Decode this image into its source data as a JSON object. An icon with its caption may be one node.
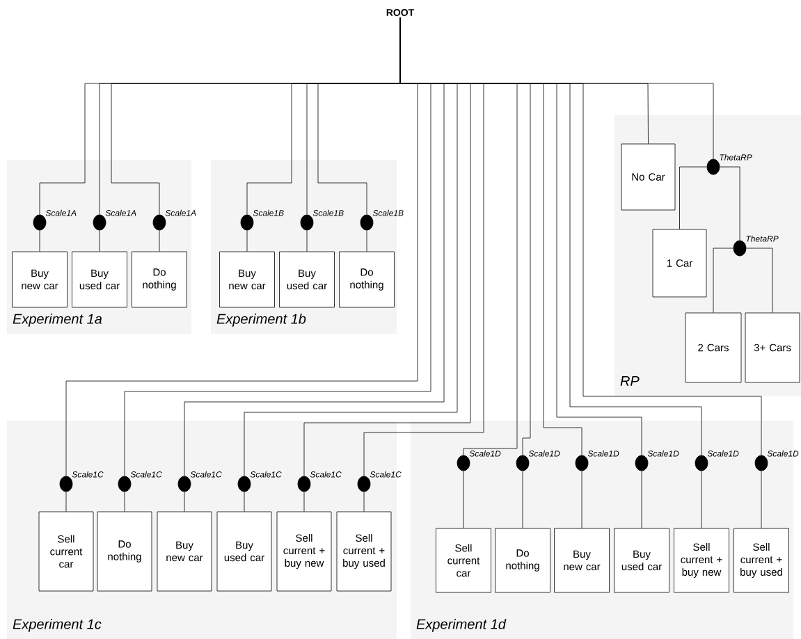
{
  "diagram": {
    "nodes": [
      {
        "text": [
          "ROOT"
        ]
      },
      {
        "text": [
          "Experiment 1a"
        ]
      },
      {
        "text": [],
        "shape": "circle",
        "beside": [
          "Scale1A"
        ],
        "in": 1
      },
      {
        "text": [],
        "shape": "circle",
        "beside": [
          "Scale1A"
        ],
        "in": 1
      },
      {
        "text": [],
        "shape": "circle",
        "beside": [
          "Scale1A"
        ],
        "in": 1
      },
      {
        "text": [
          "Buy new car"
        ],
        "in": 1
      },
      {
        "text": [
          "Buy used car"
        ],
        "in": 1
      },
      {
        "text": [
          "Do nothing"
        ],
        "in": 1
      },
      {
        "text": [
          "Experiment 1b"
        ]
      },
      {
        "text": [],
        "shape": "circle",
        "beside": [
          "Scale1B"
        ],
        "in": 8
      },
      {
        "text": [],
        "shape": "circle",
        "beside": [
          "Scale1B"
        ],
        "in": 8
      },
      {
        "text": [],
        "shape": "circle",
        "beside": [
          "Scale1B"
        ],
        "in": 8
      },
      {
        "text": [
          "Buy new car"
        ],
        "in": 8
      },
      {
        "text": [
          "Buy used car"
        ],
        "in": 8
      },
      {
        "text": [
          "Do nothing"
        ],
        "in": 8
      },
      {
        "text": [
          "RP"
        ]
      },
      {
        "text": [
          "No Car"
        ],
        "in": 15
      },
      {
        "text": [],
        "shape": "circle",
        "beside": [
          "ThetaRP"
        ],
        "in": 15
      },
      {
        "text": [
          "1 Car"
        ],
        "in": 15
      },
      {
        "text": [],
        "shape": "circle",
        "beside": [
          "ThetaRP"
        ],
        "in": 15
      },
      {
        "text": [
          "2 Cars"
        ],
        "in": 15
      },
      {
        "text": [
          "3+ Cars"
        ],
        "in": 15
      },
      {
        "text": [
          "Experiment 1c"
        ]
      },
      {
        "text": [],
        "shape": "circle",
        "beside": [
          "Scale1C"
        ],
        "in": 22
      },
      {
        "text": [],
        "shape": "circle",
        "beside": [
          "Scale1C"
        ],
        "in": 22
      },
      {
        "text": [],
        "shape": "circle",
        "beside": [
          "Scale1C"
        ],
        "in": 22
      },
      {
        "text": [],
        "shape": "circle",
        "beside": [
          "Scale1C"
        ],
        "in": 22
      },
      {
        "text": [],
        "shape": "circle",
        "beside": [
          "Scale1C"
        ],
        "in": 22
      },
      {
        "text": [],
        "shape": "circle",
        "beside": [
          "Scale1C"
        ],
        "in": 22
      },
      {
        "text": [
          "Sell current car"
        ],
        "in": 22
      },
      {
        "text": [
          "Do nothing"
        ],
        "in": 22
      },
      {
        "text": [
          "Buy new car"
        ],
        "in": 22
      },
      {
        "text": [
          "Buy used car"
        ],
        "in": 22
      },
      {
        "text": [
          "Sell current + buy new"
        ],
        "in": 22
      },
      {
        "text": [
          "Sell current + buy used"
        ],
        "in": 22
      },
      {
        "text": [
          "Experiment 1d"
        ]
      },
      {
        "text": [],
        "shape": "circle",
        "beside": [
          "Scale1D"
        ],
        "in": 35
      },
      {
        "text": [],
        "shape": "circle",
        "beside": [
          "Scale1D"
        ],
        "in": 35
      },
      {
        "text": [],
        "shape": "circle",
        "beside": [
          "Scale1D"
        ],
        "in": 35
      },
      {
        "text": [],
        "shape": "circle",
        "beside": [
          "Scale1D"
        ],
        "in": 35
      },
      {
        "text": [],
        "shape": "circle",
        "beside": [
          "Scale1D"
        ],
        "in": 35
      },
      {
        "text": [],
        "shape": "circle",
        "beside": [
          "Scale1D"
        ],
        "in": 35
      },
      {
        "text": [
          "Sell current car"
        ],
        "in": 35
      },
      {
        "text": [
          "Do nothing"
        ],
        "in": 35
      },
      {
        "text": [
          "Buy new car"
        ],
        "in": 35
      },
      {
        "text": [
          "Buy used car"
        ],
        "in": 35
      },
      {
        "text": [
          "Sell current + buy new"
        ],
        "in": 35
      },
      {
        "text": [
          "Sell current + buy used"
        ],
        "in": 35
      }
    ],
    "edges": [
      {
        "from": 0,
        "to": 2,
        "arrow": "none"
      },
      {
        "from": 0,
        "to": 3,
        "arrow": "none"
      },
      {
        "from": 0,
        "to": 4,
        "arrow": "none"
      },
      {
        "from": 0,
        "to": 9,
        "arrow": "none"
      },
      {
        "from": 0,
        "to": 10,
        "arrow": "none"
      },
      {
        "from": 0,
        "to": 11,
        "arrow": "none"
      },
      {
        "from": 0,
        "to": 23,
        "arrow": "none"
      },
      {
        "from": 0,
        "to": 24,
        "arrow": "none"
      },
      {
        "from": 0,
        "to": 25,
        "arrow": "none"
      },
      {
        "from": 0,
        "to": 26,
        "arrow": "none"
      },
      {
        "from": 0,
        "to": 27,
        "arrow": "none"
      },
      {
        "from": 0,
        "to": 28,
        "arrow": "none"
      },
      {
        "from": 0,
        "to": 36,
        "arrow": "none"
      },
      {
        "from": 0,
        "to": 37,
        "arrow": "none"
      },
      {
        "from": 0,
        "to": 38,
        "arrow": "none"
      },
      {
        "from": 0,
        "to": 39,
        "arrow": "none"
      },
      {
        "from": 0,
        "to": 40,
        "arrow": "none"
      },
      {
        "from": 0,
        "to": 41,
        "arrow": "none"
      },
      {
        "from": 0,
        "to": 16,
        "arrow": "none"
      },
      {
        "from": 0,
        "to": 17,
        "arrow": "none"
      },
      {
        "from": 2,
        "to": 5,
        "arrow": "none"
      },
      {
        "from": 3,
        "to": 6,
        "arrow": "none"
      },
      {
        "from": 4,
        "to": 7,
        "arrow": "none"
      },
      {
        "from": 9,
        "to": 12,
        "arrow": "none"
      },
      {
        "from": 10,
        "to": 13,
        "arrow": "none"
      },
      {
        "from": 11,
        "to": 14,
        "arrow": "none"
      },
      {
        "from": 17,
        "to": 18,
        "arrow": "none"
      },
      {
        "from": 17,
        "to": 19,
        "arrow": "none"
      },
      {
        "from": 19,
        "to": 20,
        "arrow": "none"
      },
      {
        "from": 19,
        "to": 21,
        "arrow": "none"
      },
      {
        "from": 23,
        "to": 29,
        "arrow": "none"
      },
      {
        "from": 24,
        "to": 30,
        "arrow": "none"
      },
      {
        "from": 25,
        "to": 31,
        "arrow": "none"
      },
      {
        "from": 26,
        "to": 32,
        "arrow": "none"
      },
      {
        "from": 27,
        "to": 33,
        "arrow": "none"
      },
      {
        "from": 28,
        "to": 34,
        "arrow": "none"
      },
      {
        "from": 36,
        "to": 42,
        "arrow": "none"
      },
      {
        "from": 37,
        "to": 43,
        "arrow": "none"
      },
      {
        "from": 38,
        "to": 44,
        "arrow": "none"
      },
      {
        "from": 39,
        "to": 45,
        "arrow": "none"
      },
      {
        "from": 40,
        "to": 46,
        "arrow": "none"
      },
      {
        "from": 41,
        "to": 47,
        "arrow": "none"
      }
    ]
  }
}
